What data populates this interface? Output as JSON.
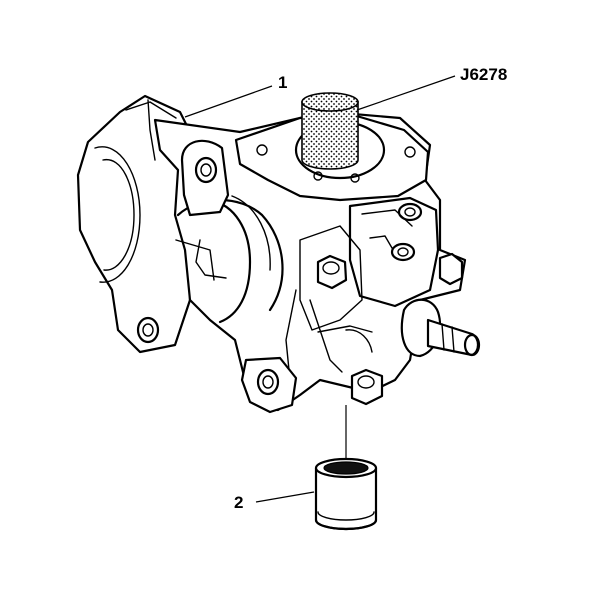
{
  "callouts": {
    "item1": "1",
    "item2": "2",
    "tool": "J6278"
  },
  "colors": {
    "ink": "#000000",
    "background": "#ffffff"
  },
  "icons": {
    "assembly": "steering-gear-housing-illustration",
    "tool": "bearing-installer-tool",
    "bearing": "needle-bearing"
  }
}
